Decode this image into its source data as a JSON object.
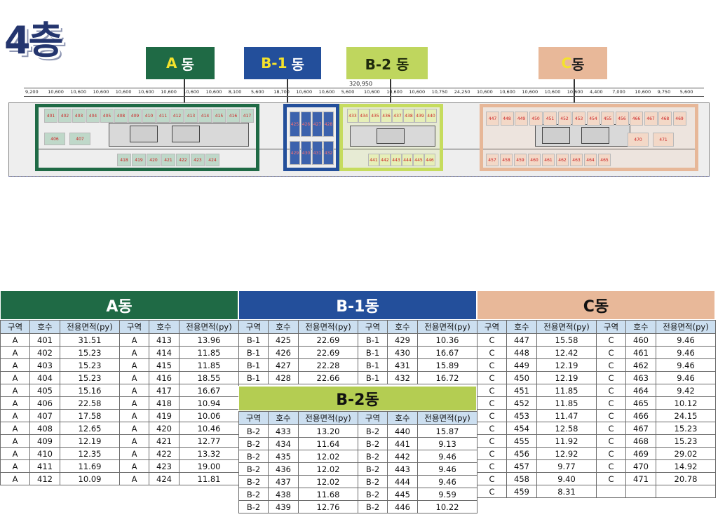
{
  "floor_title": "4층",
  "buildings": {
    "a": {
      "label_hl": "A",
      "label_rest": "동"
    },
    "b1": {
      "label_hl": "B-1",
      "label_rest": "동"
    },
    "b2": {
      "label": "B-2 동"
    },
    "c": {
      "label_hl": "C",
      "label_rest": "동"
    }
  },
  "plan": {
    "total_dim": "320,950",
    "dims": [
      "9,200",
      "10,600",
      "10,600",
      "10,600",
      "10,600",
      "10,600",
      "10,600",
      "10,600",
      "10,600",
      "8,100",
      "5,600",
      "18,700",
      "10,600",
      "10,600",
      "5,600",
      "10,600",
      "10,600",
      "10,600",
      "10,750",
      "24,250",
      "10,600",
      "10,600",
      "10,600",
      "10,600",
      "10,600",
      "4,400",
      "7,000",
      "10,600",
      "9,750",
      "5,600"
    ],
    "rooms_a_top": [
      "401",
      "402",
      "403",
      "404",
      "405",
      "408",
      "409",
      "410",
      "411",
      "412",
      "413",
      "414",
      "415",
      "416",
      "417"
    ],
    "rooms_a_mid": [
      "406",
      "407"
    ],
    "rooms_a_bottom": [
      "418",
      "419",
      "420",
      "421",
      "422",
      "423",
      "424"
    ],
    "rooms_b1_top": [
      "425",
      "426",
      "427",
      "428"
    ],
    "rooms_b1_bottom": [
      "429",
      "430",
      "431",
      "432"
    ],
    "rooms_b2_top": [
      "433",
      "434",
      "435",
      "436",
      "437",
      "438",
      "439",
      "440"
    ],
    "rooms_b2_bottom": [
      "441",
      "442",
      "443",
      "444",
      "445",
      "446"
    ],
    "rooms_c_top": [
      "447",
      "448",
      "449",
      "450",
      "451",
      "452",
      "453",
      "454",
      "455",
      "456",
      "466",
      "467",
      "468",
      "469"
    ],
    "rooms_c_mid": [
      "470",
      "471"
    ],
    "rooms_c_bottom": [
      "457",
      "458",
      "459",
      "460",
      "461",
      "462",
      "463",
      "464",
      "465"
    ]
  },
  "tables": {
    "columns": [
      "구역",
      "호수",
      "전용면적(py)",
      "구역",
      "호수",
      "전용면적(py)"
    ],
    "a": {
      "title": "A동",
      "rows": [
        [
          "A",
          "401",
          "31.51",
          "A",
          "413",
          "13.96"
        ],
        [
          "A",
          "402",
          "15.23",
          "A",
          "414",
          "11.85"
        ],
        [
          "A",
          "403",
          "15.23",
          "A",
          "415",
          "11.85"
        ],
        [
          "A",
          "404",
          "15.23",
          "A",
          "416",
          "18.55"
        ],
        [
          "A",
          "405",
          "15.16",
          "A",
          "417",
          "16.67"
        ],
        [
          "A",
          "406",
          "22.58",
          "A",
          "418",
          "10.94"
        ],
        [
          "A",
          "407",
          "17.58",
          "A",
          "419",
          "10.06"
        ],
        [
          "A",
          "408",
          "12.65",
          "A",
          "420",
          "10.46"
        ],
        [
          "A",
          "409",
          "12.19",
          "A",
          "421",
          "12.77"
        ],
        [
          "A",
          "410",
          "12.35",
          "A",
          "422",
          "13.32"
        ],
        [
          "A",
          "411",
          "11.69",
          "A",
          "423",
          "19.00"
        ],
        [
          "A",
          "412",
          "10.09",
          "A",
          "424",
          "11.81"
        ]
      ]
    },
    "b1": {
      "title": "B-1동",
      "rows": [
        [
          "B-1",
          "425",
          "22.69",
          "B-1",
          "429",
          "10.36"
        ],
        [
          "B-1",
          "426",
          "22.69",
          "B-1",
          "430",
          "16.67"
        ],
        [
          "B-1",
          "427",
          "22.28",
          "B-1",
          "431",
          "15.89"
        ],
        [
          "B-1",
          "428",
          "22.66",
          "B-1",
          "432",
          "16.72"
        ]
      ]
    },
    "b2": {
      "title": "B-2동",
      "rows": [
        [
          "B-2",
          "433",
          "13.20",
          "B-2",
          "440",
          "15.87"
        ],
        [
          "B-2",
          "434",
          "11.64",
          "B-2",
          "441",
          "9.13"
        ],
        [
          "B-2",
          "435",
          "12.02",
          "B-2",
          "442",
          "9.46"
        ],
        [
          "B-2",
          "436",
          "12.02",
          "B-2",
          "443",
          "9.46"
        ],
        [
          "B-2",
          "437",
          "12.02",
          "B-2",
          "444",
          "9.46"
        ],
        [
          "B-2",
          "438",
          "11.68",
          "B-2",
          "445",
          "9.59"
        ],
        [
          "B-2",
          "439",
          "12.76",
          "B-2",
          "446",
          "10.22"
        ]
      ]
    },
    "c": {
      "title": "C동",
      "rows": [
        [
          "C",
          "447",
          "15.58",
          "C",
          "460",
          "9.46"
        ],
        [
          "C",
          "448",
          "12.42",
          "C",
          "461",
          "9.46"
        ],
        [
          "C",
          "449",
          "12.19",
          "C",
          "462",
          "9.46"
        ],
        [
          "C",
          "450",
          "12.19",
          "C",
          "463",
          "9.46"
        ],
        [
          "C",
          "451",
          "11.85",
          "C",
          "464",
          "9.42"
        ],
        [
          "C",
          "452",
          "11.85",
          "C",
          "465",
          "10.12"
        ],
        [
          "C",
          "453",
          "11.47",
          "C",
          "466",
          "24.15"
        ],
        [
          "C",
          "454",
          "12.58",
          "C",
          "467",
          "15.23"
        ],
        [
          "C",
          "455",
          "11.92",
          "C",
          "468",
          "15.23"
        ],
        [
          "C",
          "456",
          "12.92",
          "C",
          "469",
          "29.02"
        ],
        [
          "C",
          "457",
          "9.77",
          "C",
          "470",
          "14.92"
        ],
        [
          "C",
          "458",
          "9.40",
          "C",
          "471",
          "20.78"
        ],
        [
          "C",
          "459",
          "8.31",
          "",
          "",
          ""
        ]
      ]
    }
  }
}
